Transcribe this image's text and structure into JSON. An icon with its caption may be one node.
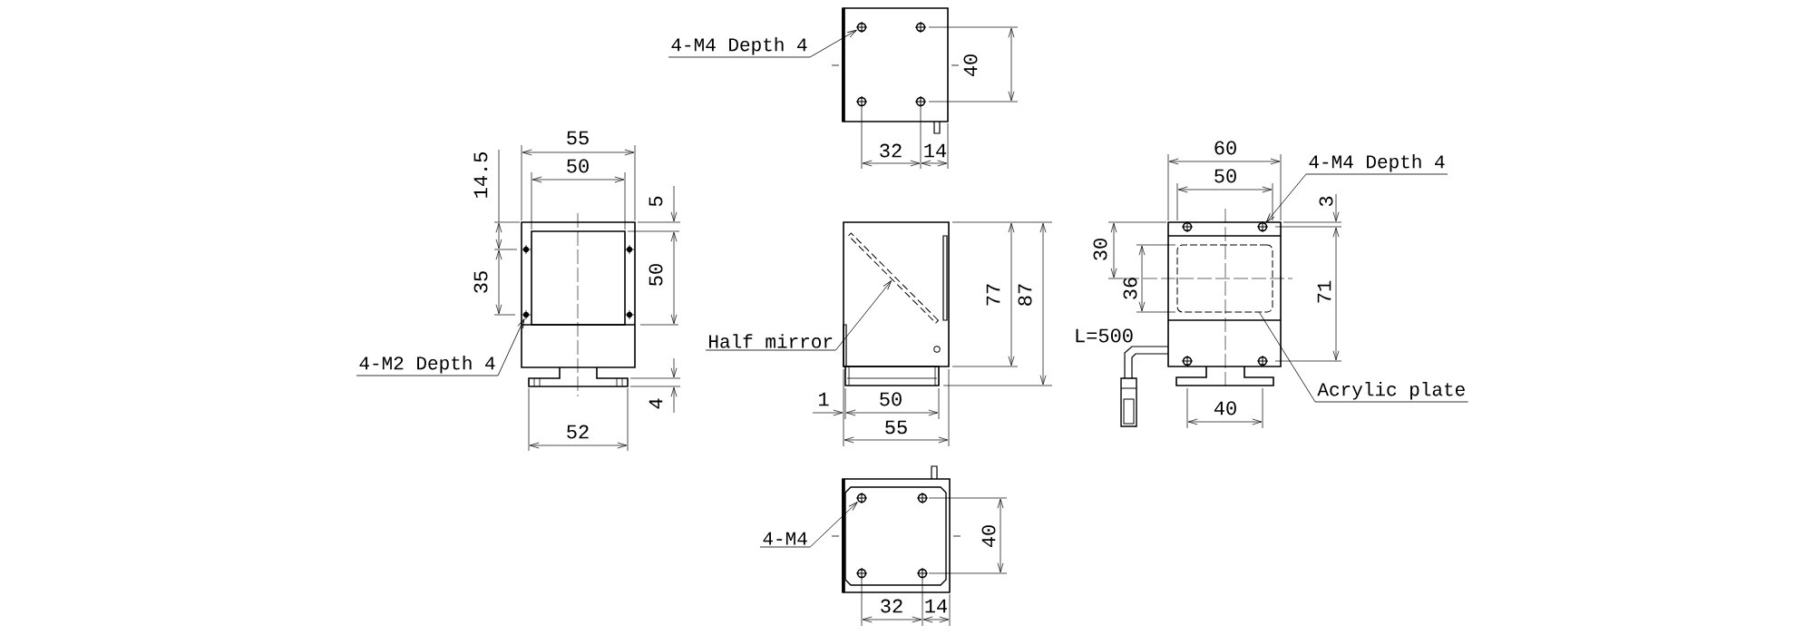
{
  "diagram": {
    "nodes": [
      {
        "text": [
          "4-M4 Depth 4"
        ]
      },
      {
        "text": [],
        "shape": "circle"
      },
      {
        "text": [
          "4-M2 Depth 4"
        ]
      },
      {
        "text": [],
        "shape": "circle"
      },
      {
        "text": [
          "Half mirror"
        ]
      },
      {
        "text": [],
        "shape": "bar"
      },
      {
        "text": [
          "4-M4 Depth 4"
        ]
      },
      {
        "text": [],
        "shape": "circle"
      },
      {
        "text": [
          "Acrylic plate"
        ]
      },
      {
        "text": [],
        "shape": "box"
      },
      {
        "text": [
          "4-M4"
        ]
      },
      {
        "text": [],
        "shape": "circle"
      }
    ],
    "edges": [
      {
        "from": 0,
        "to": 1,
        "arrow": "to"
      },
      {
        "from": 2,
        "to": 3,
        "arrow": "to"
      },
      {
        "from": 4,
        "to": 5,
        "arrow": "to"
      },
      {
        "from": 6,
        "to": 7,
        "arrow": "to"
      },
      {
        "from": 8,
        "to": 9,
        "arrow": "none"
      },
      {
        "from": 10,
        "to": 11,
        "arrow": "to"
      }
    ],
    "labels": [
      "40",
      "32",
      "14",
      "55",
      "50",
      "14.5",
      "5",
      "35",
      "50",
      "4",
      "52",
      "77",
      "87",
      "1",
      "50",
      "55",
      "60",
      "50",
      "3",
      "30",
      "36",
      "71",
      "L=500",
      "40",
      "40",
      "32",
      "14"
    ]
  }
}
